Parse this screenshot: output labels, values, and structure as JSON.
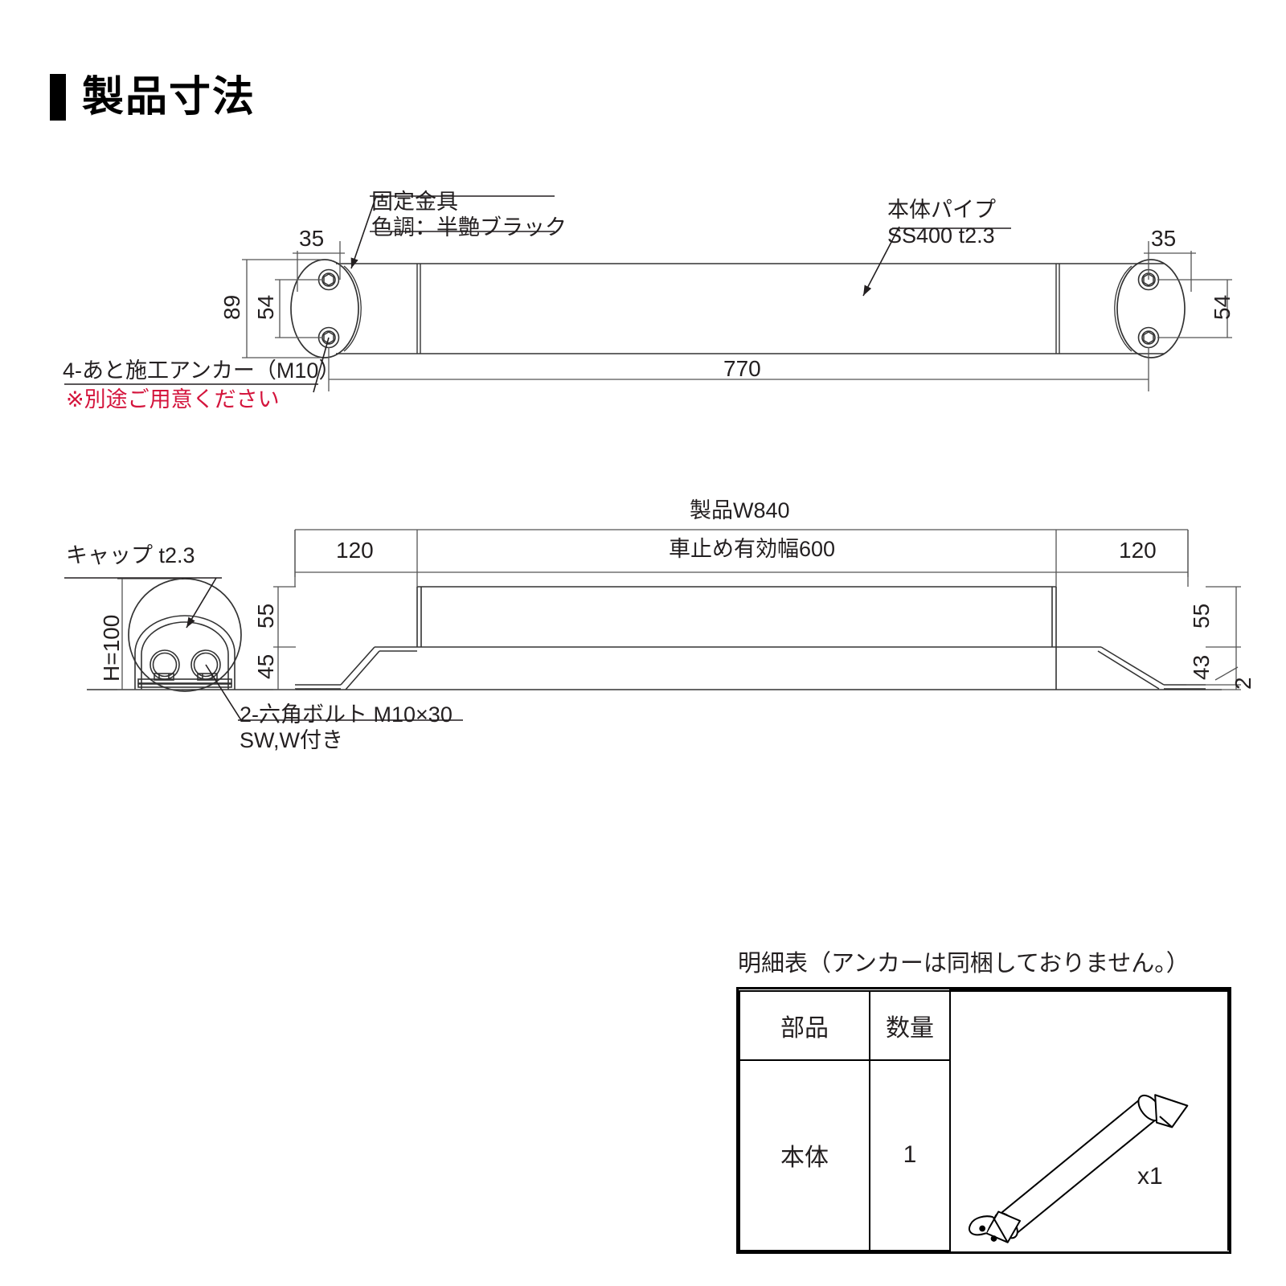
{
  "heading": {
    "title": "製品寸法",
    "marker": "square-bullet"
  },
  "top_view": {
    "labels": {
      "bracket": {
        "line1": "固定金具",
        "line2": "色調：半艶ブラック"
      },
      "pipe": {
        "line1": "本体パイプ",
        "line2": "SS400 t2.3"
      },
      "anchor": {
        "line1": "4-あと施工アンカー（M10）",
        "note": "※別途ご用意ください"
      }
    },
    "dimensions": {
      "left_35": "35",
      "left_89": "89",
      "left_54": "54",
      "length_770": "770",
      "right_35": "35",
      "right_54": "54"
    }
  },
  "side_view": {
    "labels": {
      "cap": "キャップ t2.3",
      "bolt": {
        "line1": "2-六角ボルト M10×30",
        "line2": "SW,W付き"
      }
    },
    "dimensions": {
      "product_width": "製品W840",
      "left_120": "120",
      "effective_width": "車止め有効幅600",
      "right_120": "120",
      "height_h": "H=100",
      "left_55": "55",
      "left_45": "45",
      "right_55": "55",
      "right_43": "43",
      "right_2": "2"
    }
  },
  "parts_table": {
    "caption": "明細表（アンカーは同梱しておりません。）",
    "headers": [
      "部品",
      "数量"
    ],
    "rows": [
      {
        "part": "本体",
        "qty": "1",
        "image_qty": "x1"
      }
    ]
  },
  "colors": {
    "ink": "#231f20",
    "note_red": "#d4143c",
    "dim_line": "#555555",
    "outline": "#333333"
  }
}
